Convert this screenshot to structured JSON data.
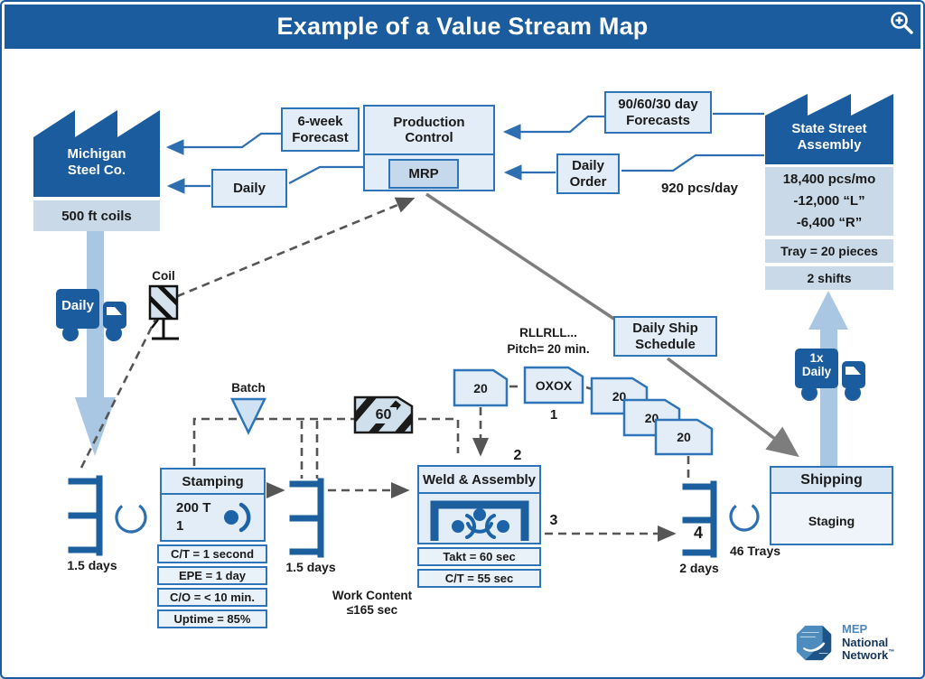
{
  "header": {
    "title": "Example of a Value Stream Map",
    "zoom_icon": "zoom-in"
  },
  "supplier": {
    "name_line1": "Michigan",
    "name_line2": "Steel Co.",
    "detail": "500 ft coils"
  },
  "customer": {
    "name_line1": "State Street",
    "name_line2": "Assembly",
    "demand": [
      "18,400 pcs/mo",
      "-12,000 “L”",
      "-6,400 “R”"
    ],
    "tray": "Tray = 20 pieces",
    "shifts": "2 shifts"
  },
  "info": {
    "six_week_line1": "6-week",
    "six_week_line2": "Forecast",
    "production_control_line1": "Production",
    "production_control_line2": "Control",
    "mrp": "MRP",
    "daily": "Daily",
    "forecasts_line1": "90/60/30 day",
    "forecasts_line2": "Forecasts",
    "daily_order_line1": "Daily",
    "daily_order_line2": "Order",
    "rate": "920 pcs/day",
    "daily_ship_line1": "Daily Ship",
    "daily_ship_line2": "Schedule"
  },
  "logistics": {
    "inbound_truck": "Daily",
    "outbound_truck_line1": "1x",
    "outbound_truck_line2": "Daily"
  },
  "kanban": {
    "coil_label": "Coil",
    "batch_label": "Batch",
    "batch_card": "60",
    "withdrawal_card": "20",
    "leveling_box": "OXOX",
    "leveling_num": "1",
    "sequence": "RLLRLL...",
    "pitch": "Pitch= 20 min.",
    "cards": [
      "20",
      "20",
      "20"
    ]
  },
  "processes": {
    "stamping": {
      "name": "Stamping",
      "detail1": "200 T",
      "detail2": "1",
      "data": [
        "C/T = 1 second",
        "EPE = 1 day",
        "C/O = < 10 min.",
        "Uptime = 85%"
      ]
    },
    "weld": {
      "name": "Weld & Assembly",
      "num": "2",
      "out_num": "3",
      "data": [
        "Takt = 60 sec",
        "C/T = 55 sec"
      ]
    },
    "shipping": {
      "name": "Shipping",
      "detail": "Staging"
    }
  },
  "inventory": {
    "left_days": "1.5 days",
    "mid_days": "1.5 days",
    "right_num": "4",
    "right_days": "2 days",
    "right_trays": "46 Trays",
    "work_content_line1": "Work Content",
    "work_content_line2": "≤165 sec"
  },
  "logo": {
    "line1": "MEP",
    "line2": "National",
    "line3": "Network",
    "tm": "™"
  },
  "colors": {
    "brand_blue": "#1b5c9e",
    "box_border": "#2e74b8",
    "box_fill": "#e3edf7",
    "panel_fill": "#c9d9e8",
    "big_arrow": "#a9c7e3",
    "dash_gray": "#555555",
    "solid_gray": "#7d7d7d",
    "symbol_blue": "#1b5f9e",
    "navy_text": "#17365c"
  }
}
